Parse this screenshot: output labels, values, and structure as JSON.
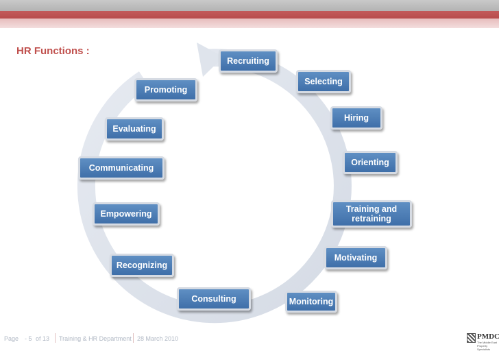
{
  "slide": {
    "title": "HR Functions :"
  },
  "steps": [
    "Recruiting",
    "Selecting",
    "Hiring",
    "Orienting",
    "Training and\nretraining",
    "Motivating",
    "Monitoring",
    "Consulting",
    "Recognizing",
    "Empowering",
    "Communicating",
    "Evaluating",
    "Promoting"
  ],
  "footer": {
    "page_label": "Page",
    "page_number": "- 5",
    "page_total": "of 13",
    "department": "Training & HR Department",
    "date": "28 March 2010"
  },
  "logo": {
    "name": "PMDC",
    "tagline": "The Middle East Property Specialists"
  },
  "colors": {
    "box_fill": "#4f81bd",
    "cycle_arrow": "#dfe4ec",
    "title": "#c0504d",
    "header_band": "#b84c4c"
  },
  "icons": [
    "cycle-arrow-icon",
    "pmdc-logo-icon"
  ]
}
